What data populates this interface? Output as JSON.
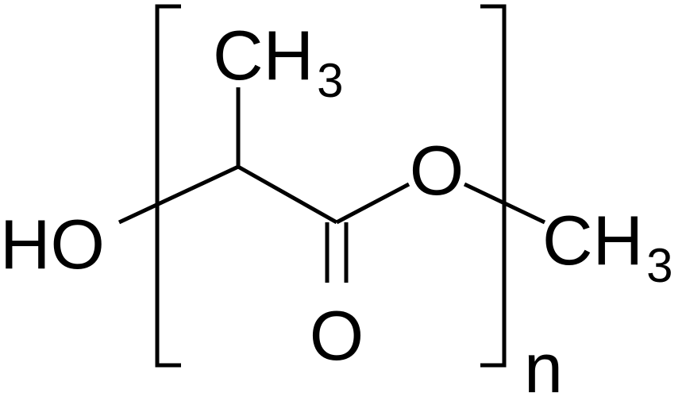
{
  "molecule": {
    "hydroxyl": {
      "element": "HO"
    },
    "side_chain_methyl": {
      "element": "CH",
      "count": "3"
    },
    "ester_oxygen": {
      "element": "O"
    },
    "carbonyl_oxygen": {
      "element": "O"
    },
    "terminal_methyl": {
      "element": "CH",
      "count": "3"
    },
    "repeat_subscript": "n"
  },
  "colors": {
    "ink": "#000000",
    "background": "#ffffff"
  }
}
